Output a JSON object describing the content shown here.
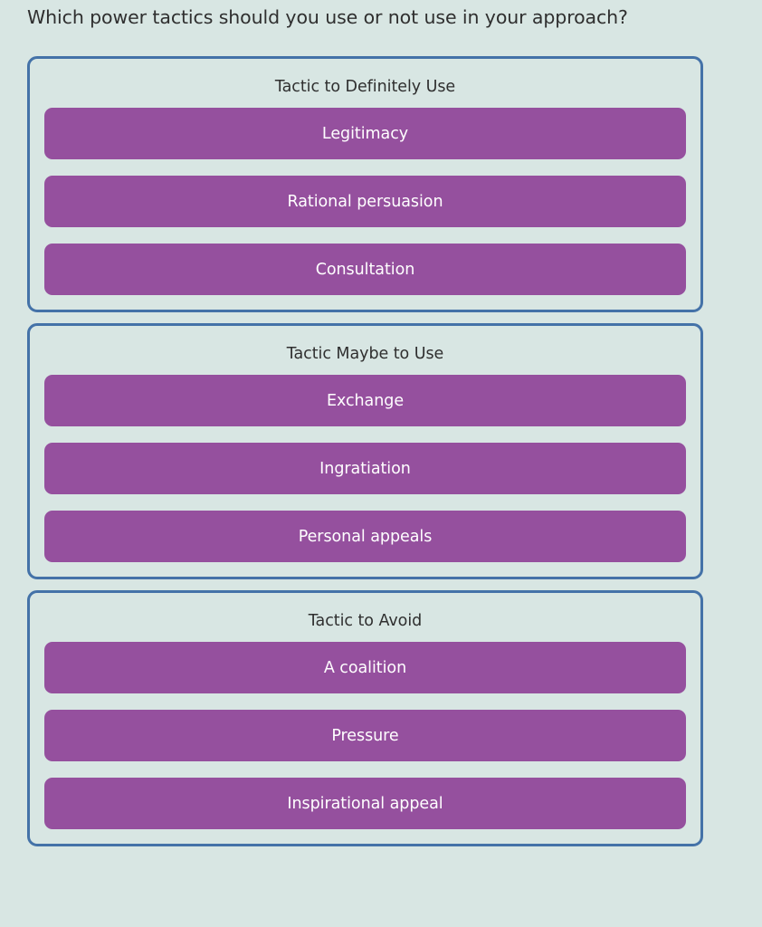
{
  "question": "Which power tactics should you use or not use in your approach?",
  "colors": {
    "background": "#d8e6e3",
    "group_border": "#4472a8",
    "option_background": "#95509e",
    "option_text": "#ffffff",
    "text": "#2f2f2f"
  },
  "groups": [
    {
      "header": "Tactic to Definitely Use",
      "options": [
        {
          "label": "Legitimacy"
        },
        {
          "label": "Rational persuasion"
        },
        {
          "label": "Consultation"
        }
      ]
    },
    {
      "header": "Tactic Maybe to Use",
      "options": [
        {
          "label": "Exchange"
        },
        {
          "label": "Ingratiation"
        },
        {
          "label": "Personal appeals"
        }
      ]
    },
    {
      "header": "Tactic to Avoid",
      "options": [
        {
          "label": "A coalition"
        },
        {
          "label": "Pressure"
        },
        {
          "label": "Inspirational appeal"
        }
      ]
    }
  ]
}
